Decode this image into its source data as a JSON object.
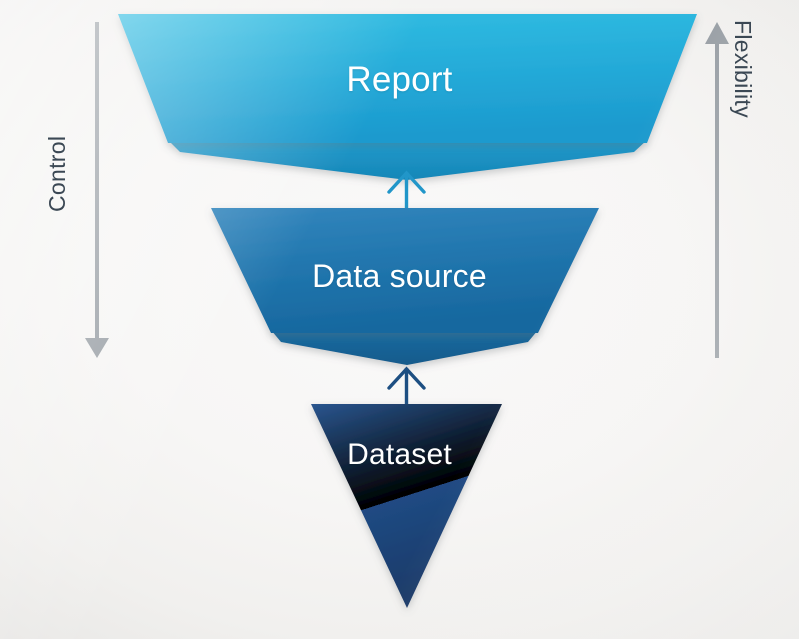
{
  "diagram": {
    "title": "Report / Data source / Dataset funnel",
    "background_color": "#f4f3f2",
    "stages": [
      {
        "id": "report",
        "label": "Report",
        "shape": "trapezoid",
        "fill_top": "#2cb9e0",
        "fill_bottom": "#1f9ed0",
        "shadow_color": "#1a8cbd",
        "label_color": "#ffffff"
      },
      {
        "id": "data-source",
        "label": "Data source",
        "shape": "trapezoid",
        "fill_top": "#2f82ba",
        "fill_bottom": "#1a6ca5",
        "shadow_color": "#155e92",
        "label_color": "#ffffff"
      },
      {
        "id": "dataset",
        "label": "Dataset",
        "shape": "inverted-triangle",
        "fill_top": "#27528c",
        "fill_bottom": "#1b3c6b",
        "shadow_color": "#17335c",
        "label_color": "#ffffff"
      }
    ],
    "connectors": [
      {
        "id": "dataset-to-data-source",
        "from": "dataset",
        "to": "data-source",
        "direction": "up",
        "color": "#1d4f82"
      },
      {
        "id": "data-source-to-report",
        "from": "data-source",
        "to": "report",
        "direction": "up",
        "color": "#2196c9"
      }
    ],
    "axes": [
      {
        "id": "control",
        "label": "Control",
        "side": "left",
        "direction": "down",
        "color": "#9aa0a6",
        "label_color": "#3b4854"
      },
      {
        "id": "flexibility",
        "label": "Flexibility",
        "side": "right",
        "direction": "up",
        "color": "#9aa0a6",
        "label_color": "#3b4854"
      }
    ]
  }
}
